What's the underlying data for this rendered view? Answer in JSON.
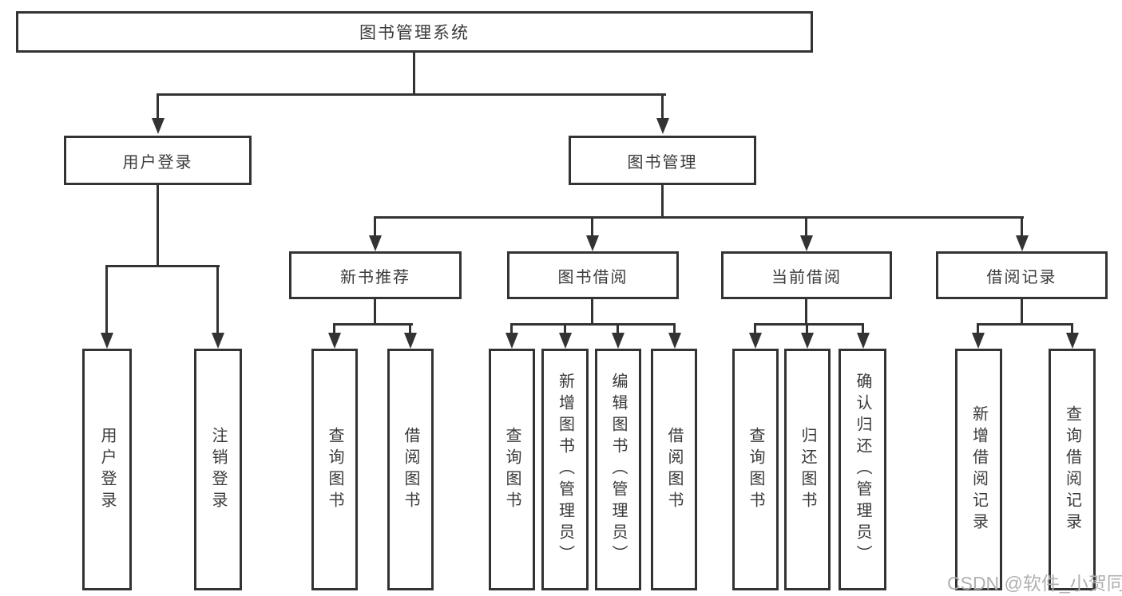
{
  "diagram": {
    "type": "tree-hierarchy",
    "root": {
      "label": "图书管理系统"
    },
    "level2": [
      {
        "label": "用户登录"
      },
      {
        "label": "图书管理"
      }
    ],
    "level3": [
      {
        "label": "新书推荐"
      },
      {
        "label": "图书借阅"
      },
      {
        "label": "当前借阅"
      },
      {
        "label": "借阅记录"
      }
    ],
    "leaves": {
      "userLogin": [
        {
          "label": "用户登录"
        },
        {
          "label": "注销登录"
        }
      ],
      "newBook": [
        {
          "label": "查询图书"
        },
        {
          "label": "借阅图书"
        }
      ],
      "bookBorrow": [
        {
          "label": "查询图书"
        },
        {
          "label": "新增图书（管理员）"
        },
        {
          "label": "编辑图书（管理员）"
        },
        {
          "label": "借阅图书"
        }
      ],
      "currentBorrow": [
        {
          "label": "查询图书"
        },
        {
          "label": "归还图书"
        },
        {
          "label": "确认归还（管理员）"
        }
      ],
      "borrowRecords": [
        {
          "label": "新增借阅记录"
        },
        {
          "label": "查询借阅记录"
        }
      ]
    },
    "colors": {
      "line": "#333333",
      "text": "#3a3a3a",
      "background": "#ffffff",
      "watermark": "#b0b0b0"
    }
  },
  "watermark": {
    "text": "CSDN @软件_小贺同学"
  }
}
